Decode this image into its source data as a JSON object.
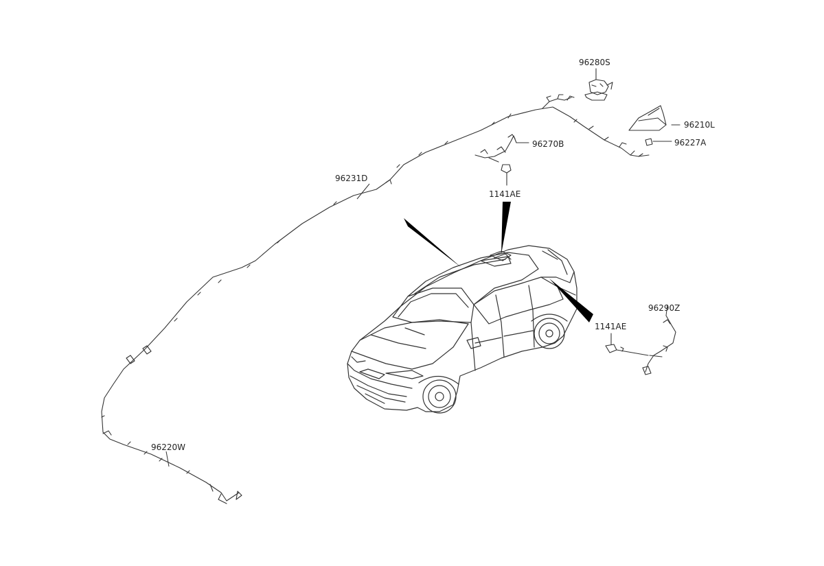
{
  "diagram": {
    "labels": {
      "p96280S": "96280S",
      "p96210L": "96210L",
      "p96227A": "96227A",
      "p96270B": "96270B",
      "p1141AE_top": "1141AE",
      "p96231D": "96231D",
      "p96290Z": "96290Z",
      "p1141AE_right": "1141AE",
      "p96220W": "96220W"
    },
    "colors": {
      "line": "#333333",
      "label": "#222222",
      "pointer": "#000000",
      "background": "#ffffff"
    }
  }
}
